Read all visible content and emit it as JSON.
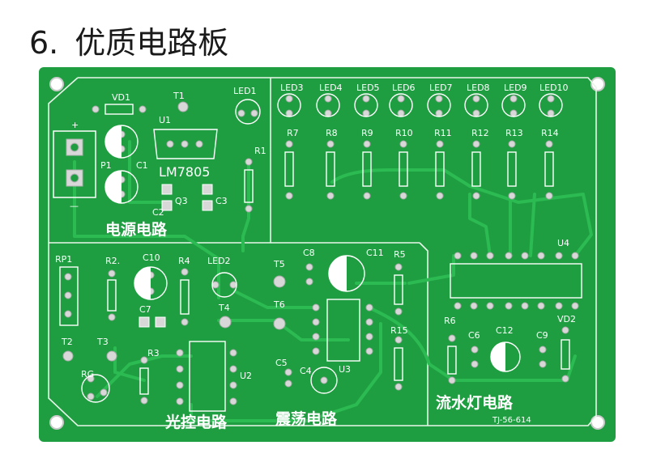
{
  "heading": {
    "number": "6.",
    "title": "优质电路板"
  },
  "colors": {
    "board": "#1f9e41",
    "board_dark": "#15863a",
    "trace": "#23b04a",
    "pad": "#d8d8d8",
    "silk": "#ffffff"
  },
  "sections": {
    "power": "电源电路",
    "light": "光控电路",
    "oscillator": "震荡电路",
    "flowing": "流水灯电路"
  },
  "board_code": "TJ-56-614",
  "components": {
    "vd1": "VD1",
    "t1": "T1",
    "led1": "LED1",
    "u1": "U1",
    "r1": "R1",
    "p1": "P1",
    "c1": "C1",
    "c2": "C2",
    "q3": "Q3",
    "c3": "C3",
    "regulator": "LM7805",
    "plus": "+",
    "minus": "—",
    "rp1": "RP1",
    "r2": "R2.",
    "c10": "C10",
    "r4": "R4",
    "led2": "LED2",
    "c7": "C7",
    "t4": "T4",
    "t2": "T2",
    "t3": "T3",
    "r3": "R3",
    "rg": "RG",
    "u2": "U2",
    "t5": "T5",
    "c8": "C8",
    "c11": "C11",
    "r5": "R5",
    "t6": "T6",
    "r15": "R15",
    "c5": "C5",
    "c4": "C4",
    "u3": "U3",
    "u4": "U4",
    "r6": "R6",
    "c6": "C6",
    "c12": "C12",
    "c9": "C9",
    "vd2": "VD2"
  },
  "leds": [
    "LED3",
    "LED4",
    "LED5",
    "LED6",
    "LED7",
    "LED8",
    "LED9",
    "LED10"
  ],
  "resistors": [
    "R7",
    "R8",
    "R9",
    "R10",
    "R11",
    "R12",
    "R13",
    "R14"
  ]
}
